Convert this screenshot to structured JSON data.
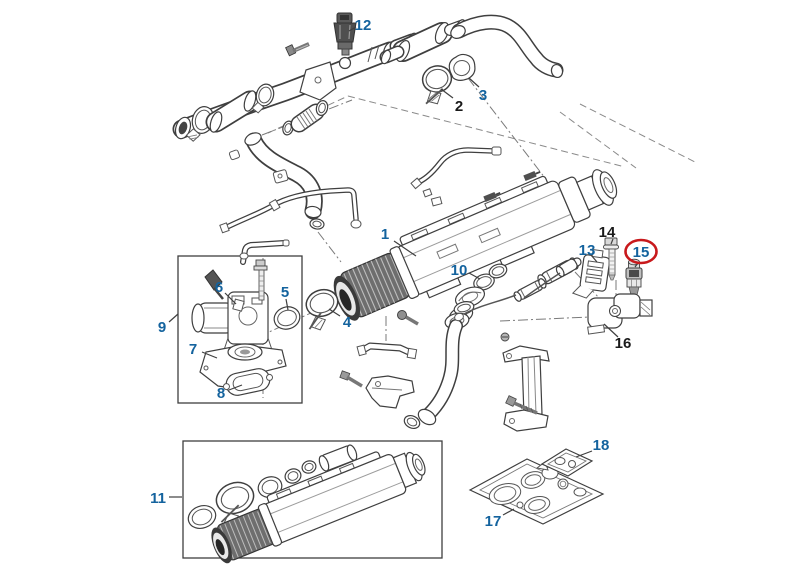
{
  "diagram": {
    "background": "#ffffff",
    "line_color": "#3f3f3f",
    "highlight": {
      "target_callout": "15",
      "color": "#c8191c"
    },
    "callout_colors": {
      "primary_blue": "#14639e",
      "secondary_black": "#1a1a1a"
    },
    "callouts": [
      {
        "label": "1",
        "color": "#14639e",
        "highlighted": false
      },
      {
        "label": "2",
        "color": "#1a1a1a",
        "highlighted": false
      },
      {
        "label": "3",
        "color": "#14639e",
        "highlighted": false
      },
      {
        "label": "4",
        "color": "#14639e",
        "highlighted": false
      },
      {
        "label": "5",
        "color": "#14639e",
        "highlighted": false
      },
      {
        "label": "6",
        "color": "#14639e",
        "highlighted": false
      },
      {
        "label": "7",
        "color": "#14639e",
        "highlighted": false
      },
      {
        "label": "8",
        "color": "#14639e",
        "highlighted": false
      },
      {
        "label": "9",
        "color": "#14639e",
        "highlighted": false
      },
      {
        "label": "10",
        "color": "#14639e",
        "highlighted": false
      },
      {
        "label": "11",
        "color": "#14639e",
        "highlighted": false
      },
      {
        "label": "12",
        "color": "#14639e",
        "highlighted": false
      },
      {
        "label": "13",
        "color": "#14639e",
        "highlighted": false
      },
      {
        "label": "14",
        "color": "#1a1a1a",
        "highlighted": false
      },
      {
        "label": "15",
        "color": "#14639e",
        "highlighted": true
      },
      {
        "label": "16",
        "color": "#1a1a1a",
        "highlighted": false
      },
      {
        "label": "17",
        "color": "#14639e",
        "highlighted": false
      },
      {
        "label": "18",
        "color": "#14639e",
        "highlighted": false
      }
    ]
  }
}
